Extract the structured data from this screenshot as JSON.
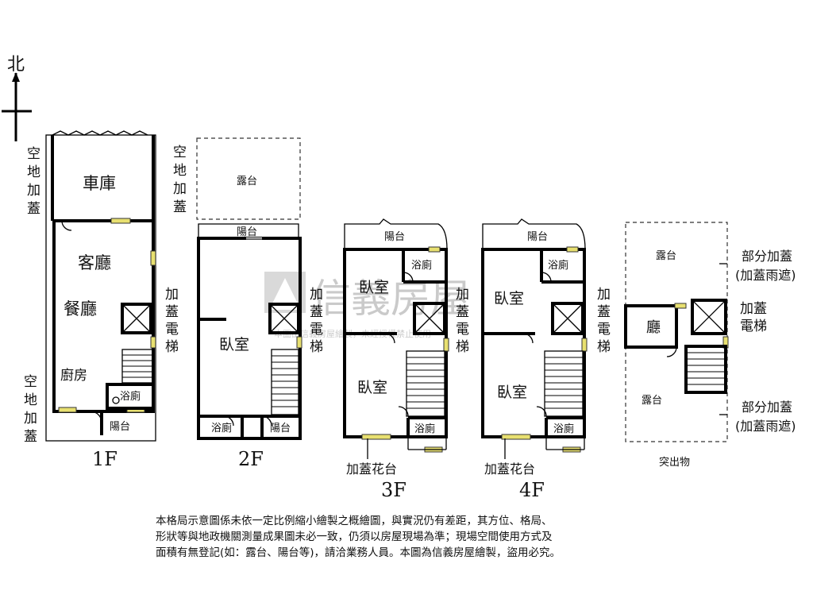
{
  "compass": {
    "north_label": "北"
  },
  "watermark": {
    "brand": "信義房屋",
    "subtext": "本圖由信義房屋繪製，未經授權禁止使用"
  },
  "labels": {
    "kongdi": "空地加蓋",
    "jiagai_dianti": "加蓋電梯",
    "jiagai_huatai": "加蓋花台",
    "bufen_jiagai": "部分加蓋",
    "jiagai_yuzhe": "(加蓋雨遮)",
    "tuchuwu": "突出物"
  },
  "floors": [
    {
      "name": "1F",
      "rooms": {
        "garage": "車庫",
        "living": "客廳",
        "dining": "餐廳",
        "kitchen": "廚房",
        "bath": "浴廁",
        "balcony": "陽台"
      }
    },
    {
      "name": "2F",
      "rooms": {
        "terrace": "露台",
        "balcony_top": "陽台",
        "bedroom": "臥室",
        "bath": "浴廁",
        "balcony": "陽台"
      }
    },
    {
      "name": "3F",
      "rooms": {
        "balcony": "陽台",
        "bath_top": "浴廁",
        "bedroom_top": "臥室",
        "bedroom": "臥室",
        "bath": "浴廁"
      }
    },
    {
      "name": "4F",
      "rooms": {
        "balcony": "陽台",
        "bath_top": "浴廁",
        "bedroom_top": "臥室",
        "bedroom": "臥室",
        "bath": "浴廁"
      }
    },
    {
      "name": "",
      "rooms": {
        "terrace_top": "露台",
        "hall": "廳",
        "terrace": "露台"
      }
    }
  ],
  "disclaimer": [
    "本格局示意圖係未依一定比例縮小繪製之概繪圖，與實況仍有差距，其方位、格局、",
    "形狀等與地政機關測量成果圖未必一致，仍須以房屋現場為準；現場空間使用方式及",
    "面積有無登記(如：露台、陽台等)，請洽業務人員。本圖為信義房屋繪製，盜用必究。"
  ]
}
